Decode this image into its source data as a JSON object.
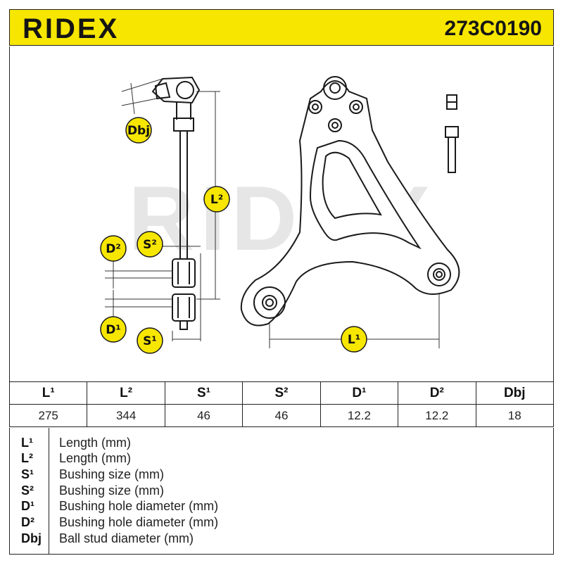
{
  "header": {
    "brand": "RIDEX",
    "part_number": "273C0190"
  },
  "diagram": {
    "watermark": "RIDEX",
    "labels": {
      "dbj": "Dbj",
      "d2": "D²",
      "s2": "S²",
      "d1": "D¹",
      "s1": "S¹",
      "l2": "L²",
      "l1": "L¹"
    },
    "colors": {
      "badge": "#f7e600",
      "line": "#1a1a1a",
      "watermark": "#e6e6e6"
    }
  },
  "specs": {
    "headers": [
      "L¹",
      "L²",
      "S¹",
      "S²",
      "D¹",
      "D²",
      "Dbj"
    ],
    "values": [
      "275",
      "344",
      "46",
      "46",
      "12.2",
      "12.2",
      "18"
    ]
  },
  "legend": [
    {
      "symbol": "L¹",
      "description": "Length (mm)"
    },
    {
      "symbol": "L²",
      "description": "Length (mm)"
    },
    {
      "symbol": "S¹",
      "description": "Bushing size (mm)"
    },
    {
      "symbol": "S²",
      "description": "Bushing size (mm)"
    },
    {
      "symbol": "D¹",
      "description": "Bushing hole diameter (mm)"
    },
    {
      "symbol": "D²",
      "description": "Bushing hole diameter (mm)"
    },
    {
      "symbol": "Dbj",
      "description": "Ball stud diameter (mm)"
    }
  ]
}
